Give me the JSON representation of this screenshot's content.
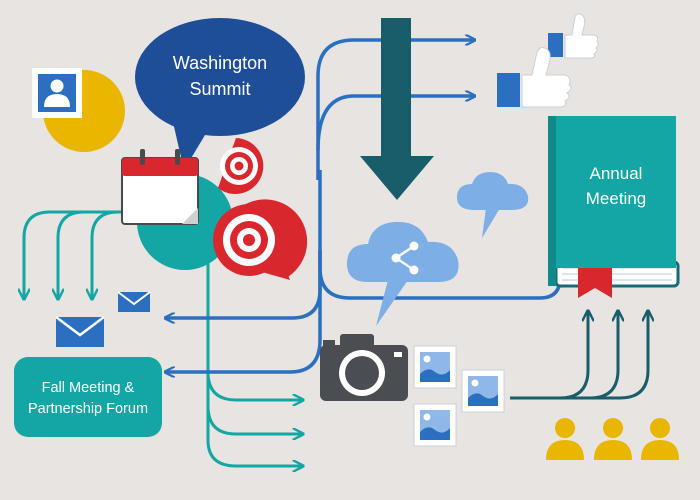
{
  "labels": {
    "washington": "Washington\nSummit",
    "annual": "Annual\nMeeting",
    "fall": "Fall Meeting &\nPartnership Forum"
  },
  "icons": [
    "profile-card-icon",
    "calendar-icon",
    "target-pin-icon",
    "thumbs-up-icon",
    "down-arrow-icon",
    "cloud-icon",
    "share-cloud-icon",
    "book-icon",
    "envelope-icon",
    "camera-icon",
    "photo-icon",
    "people-icon"
  ],
  "colors": {
    "background": "#e7e4e1",
    "navy": "#1f4e99",
    "blue": "#2a6fc0",
    "teal": "#14a6a4",
    "dark_teal": "#1a5d6a",
    "light_blue": "#7eaee6",
    "red": "#d9272e",
    "yellow": "#e9b600"
  }
}
